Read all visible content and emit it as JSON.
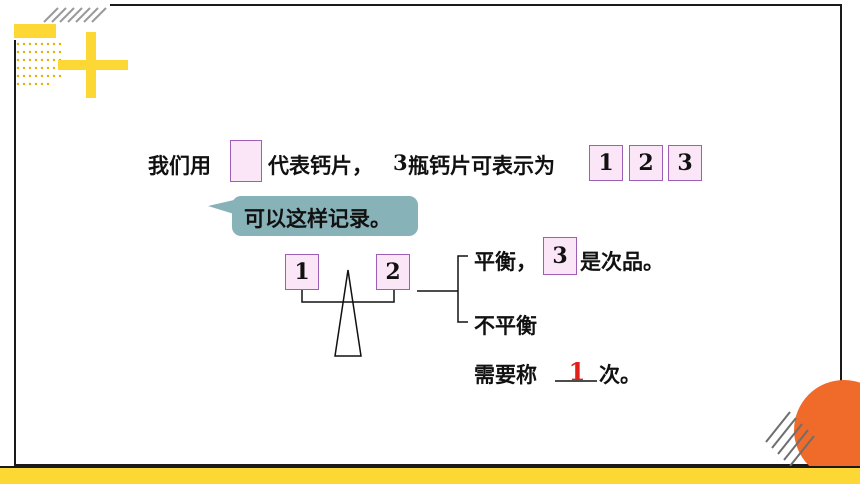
{
  "slide": {
    "line1_prefix": "我们用",
    "line1_middle": "代表钙片，",
    "line1_count": "3",
    "line1_suffix": "瓶钙片可表示为",
    "bottles": [
      "1",
      "2",
      "3"
    ],
    "bubble_text": "可以这样记录。",
    "scale_left": "1",
    "scale_right": "2",
    "branch_balanced_prefix": "平衡，",
    "branch_balanced_box": "3",
    "branch_balanced_suffix": "是次品。",
    "branch_unbalanced": "不平衡",
    "weigh_prefix": "需要称",
    "weigh_answer": "1",
    "weigh_suffix": "次。"
  },
  "colors": {
    "accent_yellow": "#fdd835",
    "accent_orange": "#f06a2a",
    "box_border": "#9c5fb5",
    "box_fill": "#fbe6f7",
    "bubble": "#87b2b8",
    "answer_red": "#e0201a"
  }
}
